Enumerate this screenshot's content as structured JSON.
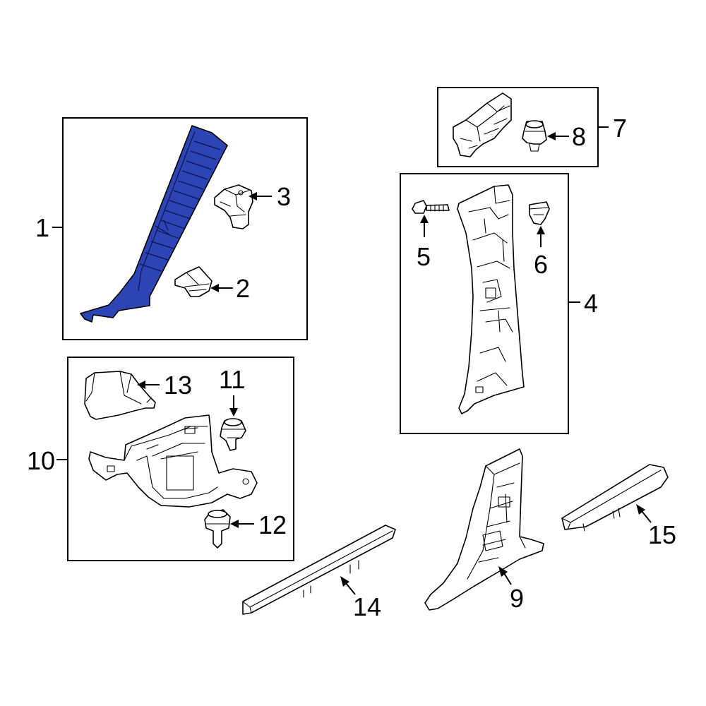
{
  "colors": {
    "highlight": "#2d44b5",
    "line": "#000000",
    "background": "#ffffff"
  },
  "callouts": {
    "c1": "1",
    "c2": "2",
    "c3": "3",
    "c4": "4",
    "c5": "5",
    "c6": "6",
    "c7": "7",
    "c8": "8",
    "c9": "9",
    "c10": "10",
    "c11": "11",
    "c12": "12",
    "c13": "13",
    "c14": "14",
    "c15": "15"
  }
}
